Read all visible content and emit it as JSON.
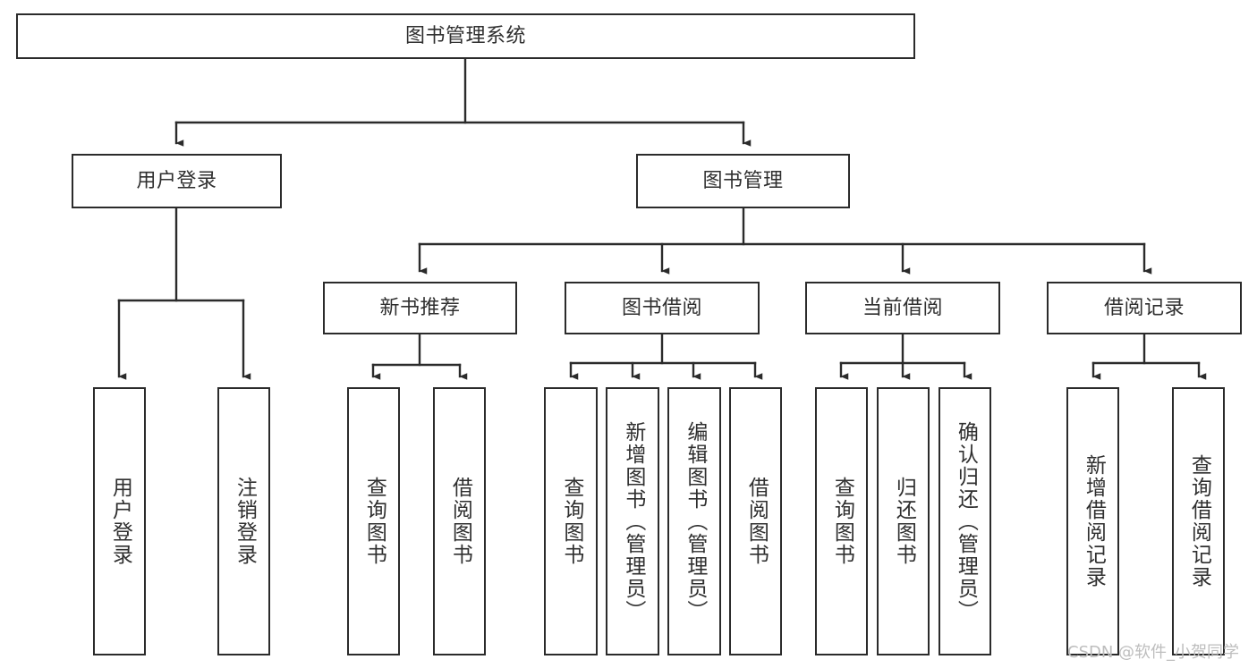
{
  "diagram": {
    "title": "图书管理系统",
    "type": "hierarchy-tree",
    "colors": {
      "stroke": "#2b2b2b",
      "text": "#2f2f2f",
      "background": "#ffffff",
      "watermark": "#bdbdbd"
    },
    "root": {
      "label": "图书管理系统"
    },
    "level2": [
      {
        "label": "用户登录"
      },
      {
        "label": "图书管理"
      }
    ],
    "level3": [
      {
        "label": "新书推荐"
      },
      {
        "label": "图书借阅"
      },
      {
        "label": "当前借阅"
      },
      {
        "label": "借阅记录"
      }
    ],
    "leaves": {
      "user_login": [
        {
          "label": "用户登录"
        },
        {
          "label": "注销登录"
        }
      ],
      "new_book_recommend": [
        {
          "label": "查询图书"
        },
        {
          "label": "借阅图书"
        }
      ],
      "book_borrow": [
        {
          "label": "查询图书"
        },
        {
          "label": "新增图书（管理员）"
        },
        {
          "label": "编辑图书（管理员）"
        },
        {
          "label": "借阅图书"
        }
      ],
      "current_borrow": [
        {
          "label": "查询图书"
        },
        {
          "label": "归还图书"
        },
        {
          "label": "确认归还（管理员）"
        }
      ],
      "borrow_records": [
        {
          "label": "新增借阅记录"
        },
        {
          "label": "查询借阅记录"
        }
      ]
    },
    "watermark": "CSDN @软件_小贺同学"
  }
}
